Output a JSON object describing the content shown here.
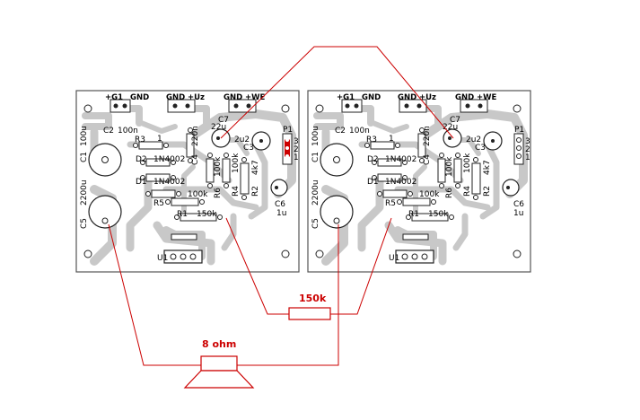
{
  "boards": [
    {
      "connectors": {
        "g1": "+G1",
        "gnd1": "GND",
        "gnd2": "GND",
        "uz": "+Uz",
        "gnd3": "GND",
        "we": "+WE"
      },
      "parts": {
        "c2": "C2",
        "c2v": "100n",
        "r3": "R3",
        "r3v": "1",
        "c7": "C7",
        "c7v": "22u",
        "p1": "P1",
        "d2": "D2",
        "d2v": "1N4002",
        "d1": "D1",
        "d1v": "1N4002",
        "c4": "C4",
        "c4v": "220n",
        "c3": "C3",
        "c3v": "2u2",
        "r6": "R6",
        "r6v": "100k",
        "r4": "R4",
        "r4v": "100k",
        "r2": "R2",
        "r2v": "4k7",
        "c6": "C6",
        "c6v": "1u",
        "r5": "R5",
        "r5v": "100k",
        "r1": "R1",
        "r1v": "150k",
        "c1": "C1",
        "c1v": "100u",
        "c5": "C5",
        "c5v": "2200u",
        "u1": "U1",
        "p1n1": "1",
        "p1n2": "2",
        "p1n3": "3"
      }
    },
    {
      "connectors": {
        "g1": "+G1",
        "gnd1": "GND",
        "gnd2": "GND",
        "uz": "+Uz",
        "gnd3": "GND",
        "we": "+WE"
      },
      "parts": {
        "c2": "C2",
        "c2v": "100n",
        "r3": "R3",
        "r3v": "1",
        "c7": "C7",
        "c7v": "22u",
        "p1": "P1",
        "d2": "D2",
        "d2v": "1N4002",
        "d1": "D1",
        "d1v": "1N4002",
        "c4": "C4",
        "c4v": "220n",
        "c3": "C3",
        "c3v": "2u2",
        "r6": "R6",
        "r6v": "100k",
        "r4": "R4",
        "r4v": "100k",
        "r2": "R2",
        "r2v": "4k7",
        "c6": "C6",
        "c6v": "1u",
        "r5": "R5",
        "r5v": "100k",
        "r1": "R1",
        "r1v": "150k",
        "c1": "C1",
        "c1v": "100u",
        "c5": "C5",
        "c5v": "2200u",
        "u1": "U1",
        "p1n1": "1",
        "p1n2": "2",
        "p1n3": "3"
      }
    }
  ],
  "bridge_resistor": "150k",
  "speaker": "8 ohm",
  "colors": {
    "wire": "#cc0000",
    "trace": "#c8c8c8",
    "board_border": "#555555"
  }
}
